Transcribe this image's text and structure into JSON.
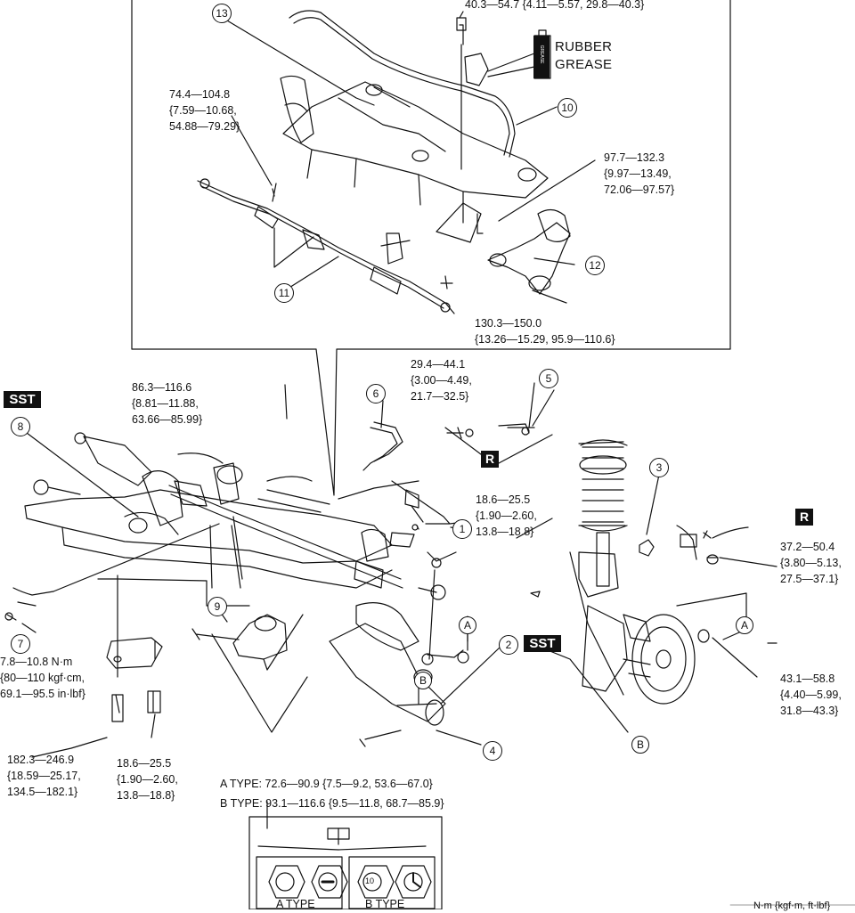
{
  "torques": {
    "t_top_bolt": "40.3—54.7 {4.11—5.57, 29.8—40.3}",
    "t_tie_rod_1": "74.4—104.8",
    "t_tie_rod_2": "{7.59—10.68,",
    "t_tie_rod_3": "54.88—79.29}",
    "t_arm_1": "97.7—132.3",
    "t_arm_2": "{9.97—13.49,",
    "t_arm_3": "72.06—97.57}",
    "t_rear_1": "130.3—150.0",
    "t_rear_2": "{13.26—15.29, 95.9—110.6}",
    "t_member_1": "86.3—116.6",
    "t_member_2": "{8.81—11.88,",
    "t_member_3": "63.66—85.99}",
    "t_hose_1": "29.4—44.1",
    "t_hose_2": "{3.00—4.49,",
    "t_hose_3": "21.7—32.5}",
    "t_link_1": "18.6—25.5",
    "t_link_2": "{1.90—2.60,",
    "t_link_3": "13.8—18.8}",
    "t_strut_1": "37.2—50.4",
    "t_strut_2": "{3.80—5.13,",
    "t_strut_3": "27.5—37.1}",
    "t_sensor_1": "7.8—10.8 N·m",
    "t_sensor_2": "{80—110 kgf·cm,",
    "t_sensor_3": "69.1—95.5 in·lbf}",
    "t_hub_1": "43.1—58.8",
    "t_hub_2": "{4.40—5.99,",
    "t_hub_3": "31.8—43.3}",
    "t_bracket_1": "182.3—246.9",
    "t_bracket_2": "{18.59—25.17,",
    "t_bracket_3": "134.5—182.1}",
    "t_bracket2_1": "18.6—25.5",
    "t_bracket2_2": "{1.90—2.60,",
    "t_bracket2_3": "13.8—18.8}",
    "a_type": "A TYPE: 72.6—90.9 {7.5—9.2, 53.6—67.0}",
    "b_type": "B TYPE: 93.1—116.6 {9.5—11.8, 68.7—85.9}"
  },
  "grease": {
    "line1": "RUBBER",
    "line2": "GREASE",
    "can": "GREASE"
  },
  "badges": {
    "sst": "SST",
    "r": "R"
  },
  "callouts": [
    "1",
    "2",
    "3",
    "4",
    "5",
    "6",
    "7",
    "8",
    "9",
    "10",
    "11",
    "12",
    "13"
  ],
  "letters": {
    "a": "A",
    "b": "B"
  },
  "type_box": {
    "a_label": "A TYPE",
    "b_label": "B TYPE",
    "b_mark": "10"
  },
  "units": "N·m {kgf·m, ft·lbf}"
}
